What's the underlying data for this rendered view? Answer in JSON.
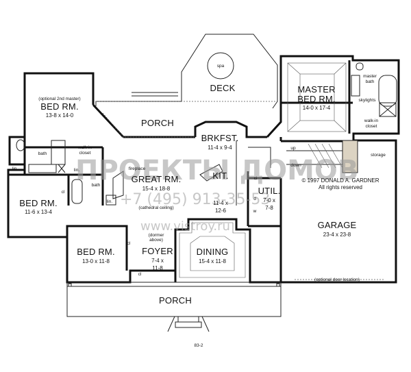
{
  "rooms": {
    "deck": {
      "name": "DECK"
    },
    "spa": {
      "name": "spa"
    },
    "master_bed": {
      "name": "MASTER\nBED RM.",
      "line1": "MASTER",
      "line2": "BED RM.",
      "dims": "14-0 x 17-4"
    },
    "master_bath": {
      "line1": "master",
      "line2": "bath"
    },
    "skylights": {
      "name": "skylights"
    },
    "walk_in_closet_master": {
      "line1": "walk-in",
      "line2": "closet"
    },
    "porch_rear": {
      "name": "PORCH"
    },
    "bed_2nd_master": {
      "note": "(optional 2nd master)",
      "name": "BED RM.",
      "dims": "13-8 x 14-0"
    },
    "bath_left": {
      "name": "bath"
    },
    "walk_in_closet_left": {
      "line1": "walk-in",
      "line2": "closet"
    },
    "brkfst": {
      "name": "BRKFST.",
      "dims": "11-4 x 9-4"
    },
    "great_rm": {
      "name": "GREAT RM.",
      "dims": "15-4 x 18-8",
      "note": "(cathedral ceiling)"
    },
    "fireplace": {
      "name": "fireplace"
    },
    "bath_center": {
      "name": "bath"
    },
    "kit": {
      "name": "KIT.",
      "dims": "11-4 x 12-6"
    },
    "util": {
      "name": "UTIL.",
      "dims1": "7-0 x",
      "dims2": "7-8"
    },
    "bed_left": {
      "name": "BED RM.",
      "dims": "11-6 x 13-4"
    },
    "bed_front": {
      "name": "BED RM.",
      "dims": "13-0 x 11-8"
    },
    "foyer": {
      "note": "(dormer above)",
      "note1": "(dormer",
      "note2": "above)",
      "name": "FOYER",
      "dims1": "7-4 x",
      "dims2": "11-8"
    },
    "dining": {
      "name": "DINING",
      "dims": "15-4 x 11-8"
    },
    "garage": {
      "name": "GARAGE",
      "dims": "23-4 x 23-8",
      "note": "(optional door location)"
    },
    "porch_front": {
      "name": "PORCH"
    },
    "storage": {
      "name": "storage"
    },
    "stairs": {
      "up": "up",
      "down": "down"
    }
  },
  "small_labels": {
    "lin": "lin.",
    "cl": "cl",
    "d": "d",
    "w": "w",
    "ci": "ci"
  },
  "copyright": {
    "line1": "© 1997 DONALD A. GARDNER",
    "line2": "All rights reserved"
  },
  "plan_number": "83-2",
  "watermark": {
    "brand": "ПРОЕКТЫ ДОМОВ",
    "phone": "+7 (495) 913-35-53",
    "url": "www.vistroy.ru"
  }
}
